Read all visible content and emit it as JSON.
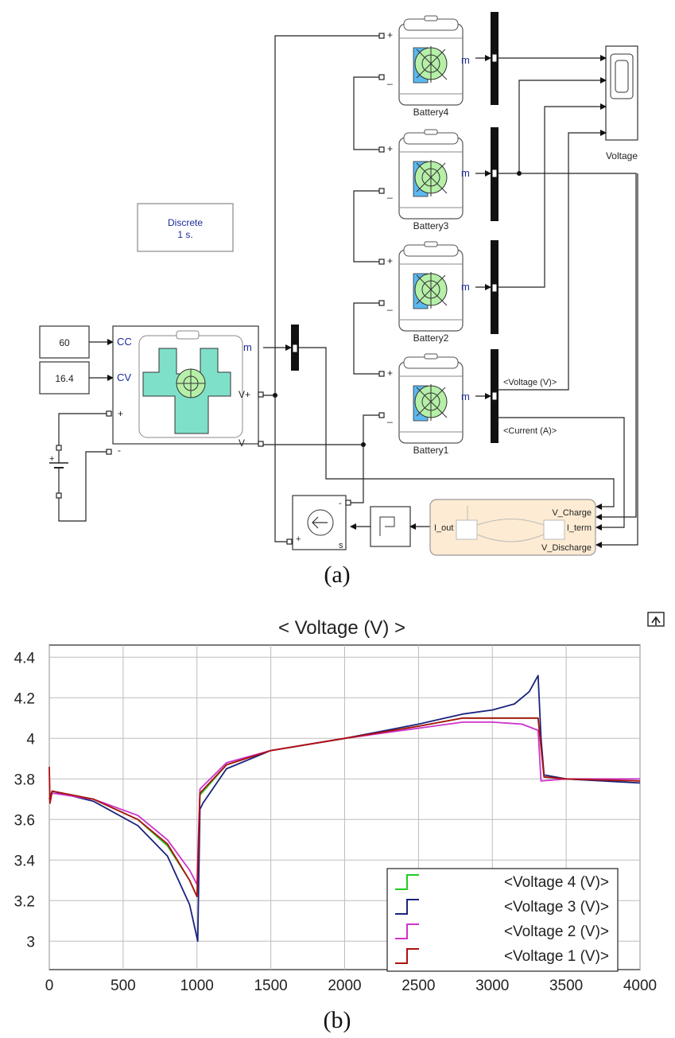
{
  "diagram": {
    "caption": "(a)",
    "discrete_block": {
      "line1": "Discrete",
      "line2": "1 s."
    },
    "constants": [
      {
        "value": "60",
        "port": "CC"
      },
      {
        "value": "16.4",
        "port": "CV"
      }
    ],
    "charger_ports": {
      "plus": "+",
      "minus": "-",
      "m": "m",
      "vplus": "V+",
      "vminus": "V-"
    },
    "batteries": [
      {
        "name": "Battery4",
        "m": "m",
        "plus": "+",
        "minus": "_"
      },
      {
        "name": "Battery3",
        "m": "m",
        "plus": "+",
        "minus": "_"
      },
      {
        "name": "Battery2",
        "m": "m",
        "plus": "+",
        "minus": "_"
      },
      {
        "name": "Battery1",
        "m": "m",
        "plus": "+",
        "minus": "_"
      }
    ],
    "signals": {
      "voltage": "<Voltage (V)>",
      "current": "<Current (A)>"
    },
    "scope": {
      "name": "Voltage"
    },
    "controlled_source": {
      "plus": "+",
      "minus": "-",
      "s": "s"
    },
    "stateflow": {
      "in_label": "I_out",
      "out_charge": "V_Charge",
      "out_term": "I_term",
      "out_discharge": "V_Discharge"
    }
  },
  "plot_caption": "(b)",
  "chart_data": {
    "type": "line",
    "title": "< Voltage (V) >",
    "xlabel": "",
    "ylabel": "",
    "xlim": [
      0,
      4000
    ],
    "ylim": [
      2.86,
      4.46
    ],
    "xticks": [
      0,
      500,
      1000,
      1500,
      2000,
      2500,
      3000,
      3500,
      4000
    ],
    "yticks": [
      3,
      3.2,
      3.4,
      3.6,
      3.8,
      4,
      4.2,
      4.4
    ],
    "ytick_labels": [
      "3",
      "3.2",
      "3.4",
      "3.6",
      "3.8",
      "4",
      "4.2",
      "4.4"
    ],
    "grid": true,
    "legend_position": "bottom-right",
    "series": [
      {
        "name": "<Voltage 4 (V)>",
        "color": "#22cc22",
        "x": [
          0,
          20,
          300,
          600,
          800,
          950,
          1000,
          1020,
          1200,
          1500,
          2000,
          2500,
          2800,
          3000,
          3200,
          3310,
          3350,
          3500,
          4000
        ],
        "y": [
          3.7,
          3.74,
          3.7,
          3.6,
          3.47,
          3.3,
          3.22,
          3.72,
          3.87,
          3.94,
          4.0,
          4.06,
          4.1,
          4.1,
          4.1,
          4.1,
          3.81,
          3.8,
          3.79
        ]
      },
      {
        "name": "<Voltage 3 (V)>",
        "color": "#1a237e",
        "x": [
          0,
          20,
          300,
          600,
          800,
          950,
          990,
          1005,
          1020,
          1040,
          1200,
          1500,
          2000,
          2500,
          2800,
          3000,
          3150,
          3250,
          3310,
          3330,
          3350,
          3500,
          4000
        ],
        "y": [
          3.7,
          3.74,
          3.69,
          3.57,
          3.42,
          3.18,
          3.05,
          3.0,
          3.65,
          3.68,
          3.85,
          3.94,
          4.0,
          4.07,
          4.12,
          4.14,
          4.17,
          4.23,
          4.31,
          4.0,
          3.82,
          3.8,
          3.78
        ]
      },
      {
        "name": "<Voltage 2 (V)>",
        "color": "#cc33cc",
        "x": [
          0,
          20,
          300,
          600,
          800,
          950,
          1000,
          1020,
          1200,
          1500,
          2000,
          2500,
          2800,
          3000,
          3200,
          3310,
          3330,
          3500,
          4000
        ],
        "y": [
          3.7,
          3.73,
          3.7,
          3.62,
          3.5,
          3.35,
          3.28,
          3.75,
          3.88,
          3.94,
          4.0,
          4.05,
          4.08,
          4.08,
          4.07,
          4.04,
          3.79,
          3.8,
          3.8
        ]
      },
      {
        "name": "<Voltage 1 (V)>",
        "color": "#b01010",
        "x": [
          0,
          5,
          20,
          300,
          600,
          800,
          950,
          1000,
          1020,
          1200,
          1500,
          2000,
          2500,
          2800,
          3000,
          3200,
          3310,
          3350,
          3500,
          4000
        ],
        "y": [
          3.86,
          3.68,
          3.74,
          3.7,
          3.6,
          3.48,
          3.3,
          3.22,
          3.73,
          3.87,
          3.94,
          4.0,
          4.06,
          4.1,
          4.1,
          4.1,
          4.1,
          3.81,
          3.8,
          3.79
        ]
      }
    ]
  }
}
